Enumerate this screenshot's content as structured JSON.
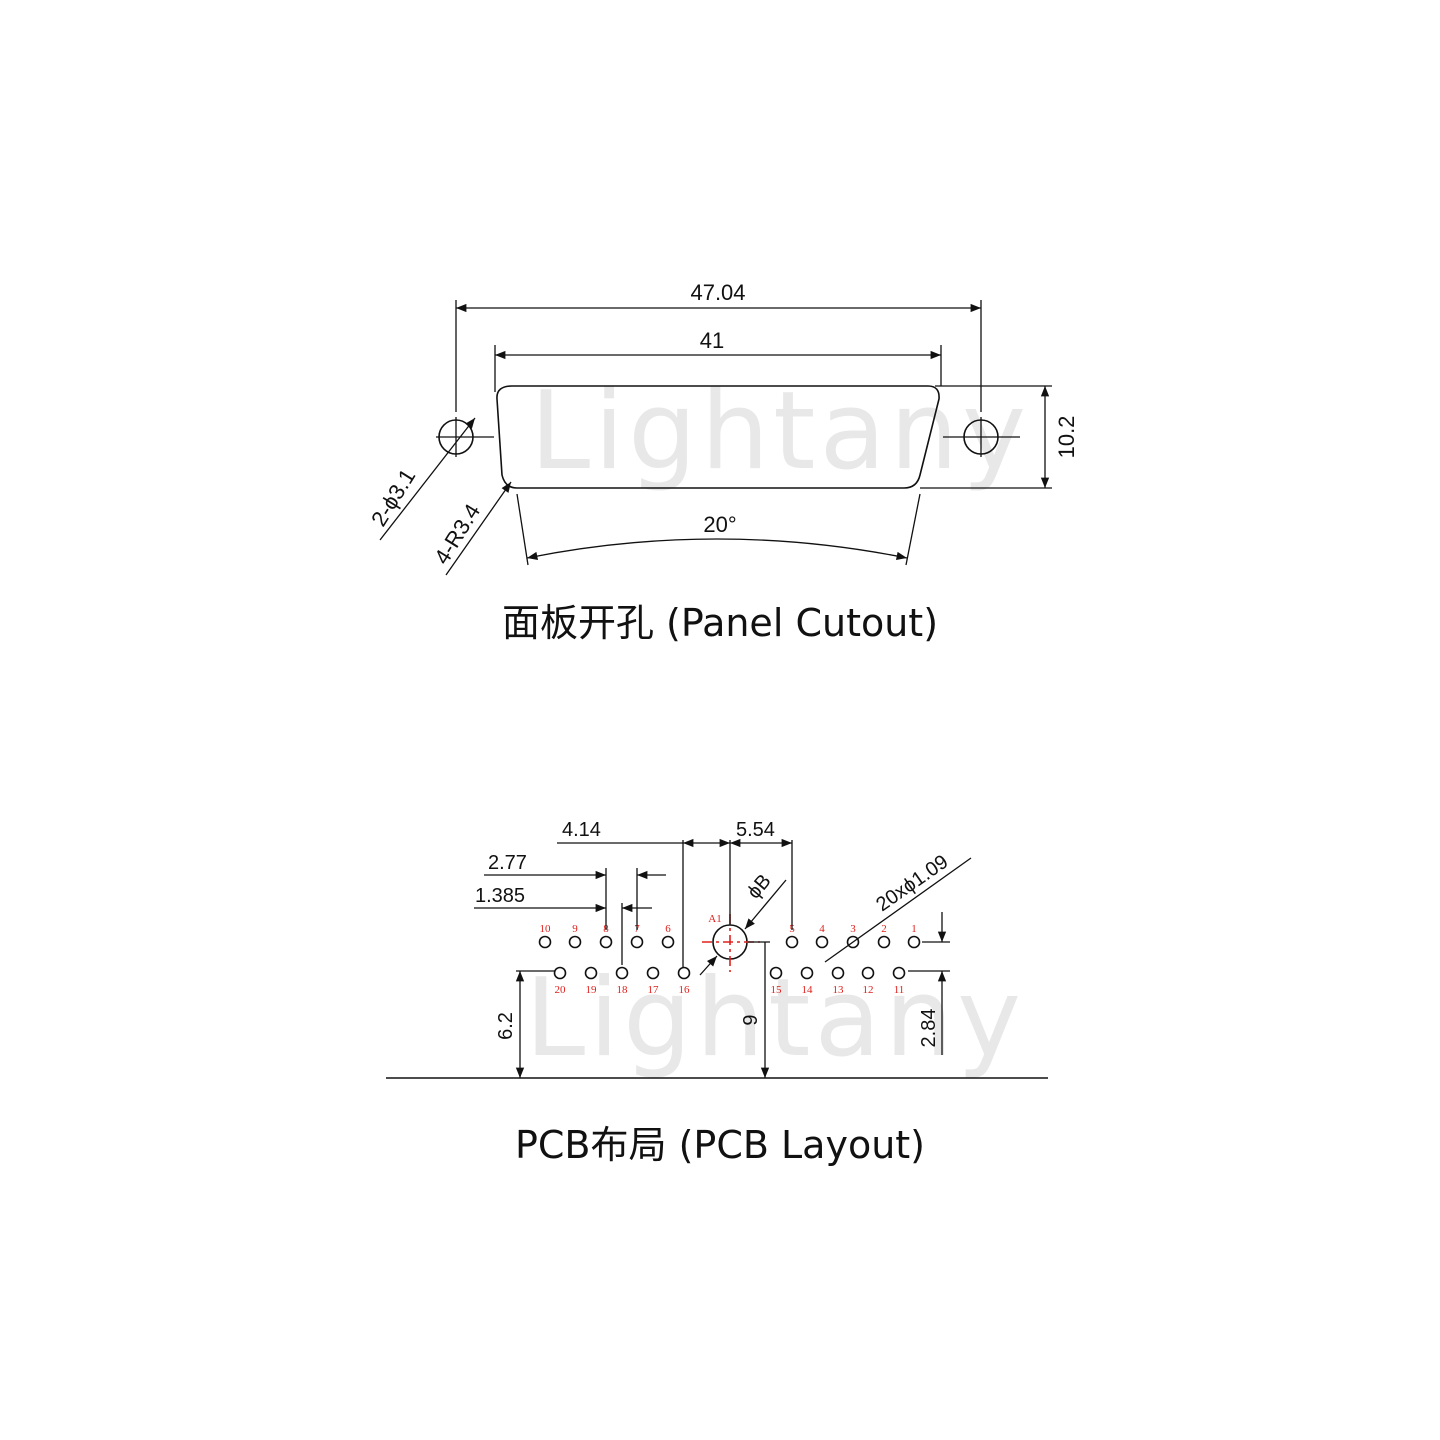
{
  "watermark": "Lightany",
  "panel_cutout": {
    "caption": "面板开孔 (Panel Cutout)",
    "dim_overall_width": "47.04",
    "dim_cutout_width": "41",
    "dim_height": "10.2",
    "dim_hole": "2-ϕ3.1",
    "dim_radius": "4-R3.4",
    "dim_angle": "20°"
  },
  "pcb_layout": {
    "caption": "PCB布局 (PCB Layout)",
    "dim_4_14": "4.14",
    "dim_5_54": "5.54",
    "dim_2_77": "2.77",
    "dim_1_385": "1.385",
    "dim_phi_b": "ϕB",
    "dim_pins": "20xϕ1.09",
    "dim_6_2": "6.2",
    "dim_9": "9",
    "dim_2_84": "2.84",
    "anchor_label": "A1",
    "top_row_pins": [
      "10",
      "9",
      "8",
      "7",
      "6",
      "5",
      "4",
      "3",
      "2",
      "1"
    ],
    "bottom_row_pins": [
      "20",
      "19",
      "18",
      "17",
      "16",
      "15",
      "14",
      "13",
      "12",
      "11"
    ]
  },
  "colors": {
    "line": "#111111",
    "pin_label": "#e0201c",
    "watermark": "#e8e8e8"
  }
}
